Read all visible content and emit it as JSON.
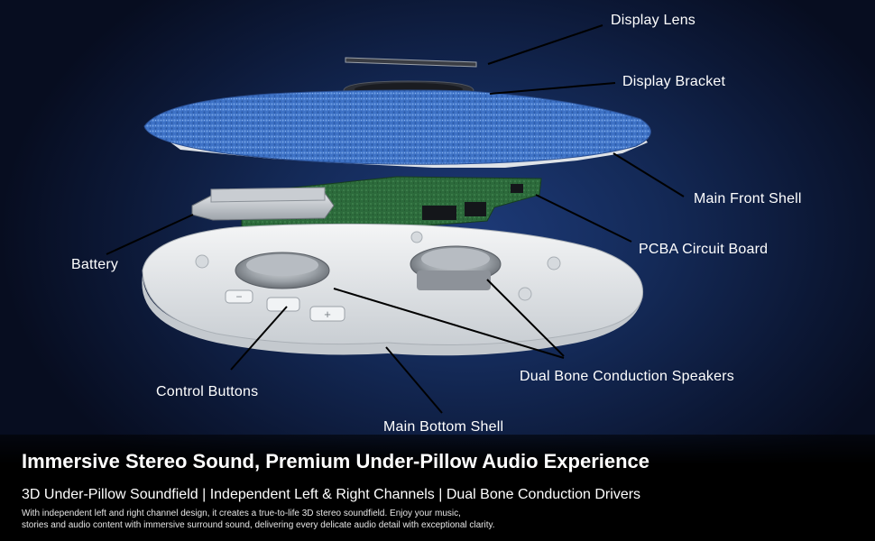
{
  "callouts": {
    "display_lens": "Display Lens",
    "display_bracket": "Display Bracket",
    "main_front_shell": "Main Front Shell",
    "pcba": "PCBA Circuit Board",
    "battery": "Battery",
    "speakers": "Dual Bone Conduction Speakers",
    "control_buttons": "Control Buttons",
    "main_bottom_shell": "Main Bottom Shell"
  },
  "footer": {
    "headline": "Immersive Stereo Sound, Premium Under-Pillow Audio Experience",
    "subhead": "3D Under-Pillow Soundfield | Independent Left & Right Channels | Dual Bone Conduction Drivers",
    "desc_line1": "With independent left and right channel design, it creates a true-to-life 3D stereo soundfield. Enjoy your music,",
    "desc_line2": "stories and audio content with immersive surround sound, delivering every delicate audio detail with exceptional clarity."
  },
  "colors": {
    "background": "#142a58",
    "fabric": "#3f72c4",
    "pcb": "#2d6b3c",
    "shell": "#e9ecef"
  },
  "icons": [
    "minus-icon",
    "plus-icon"
  ]
}
